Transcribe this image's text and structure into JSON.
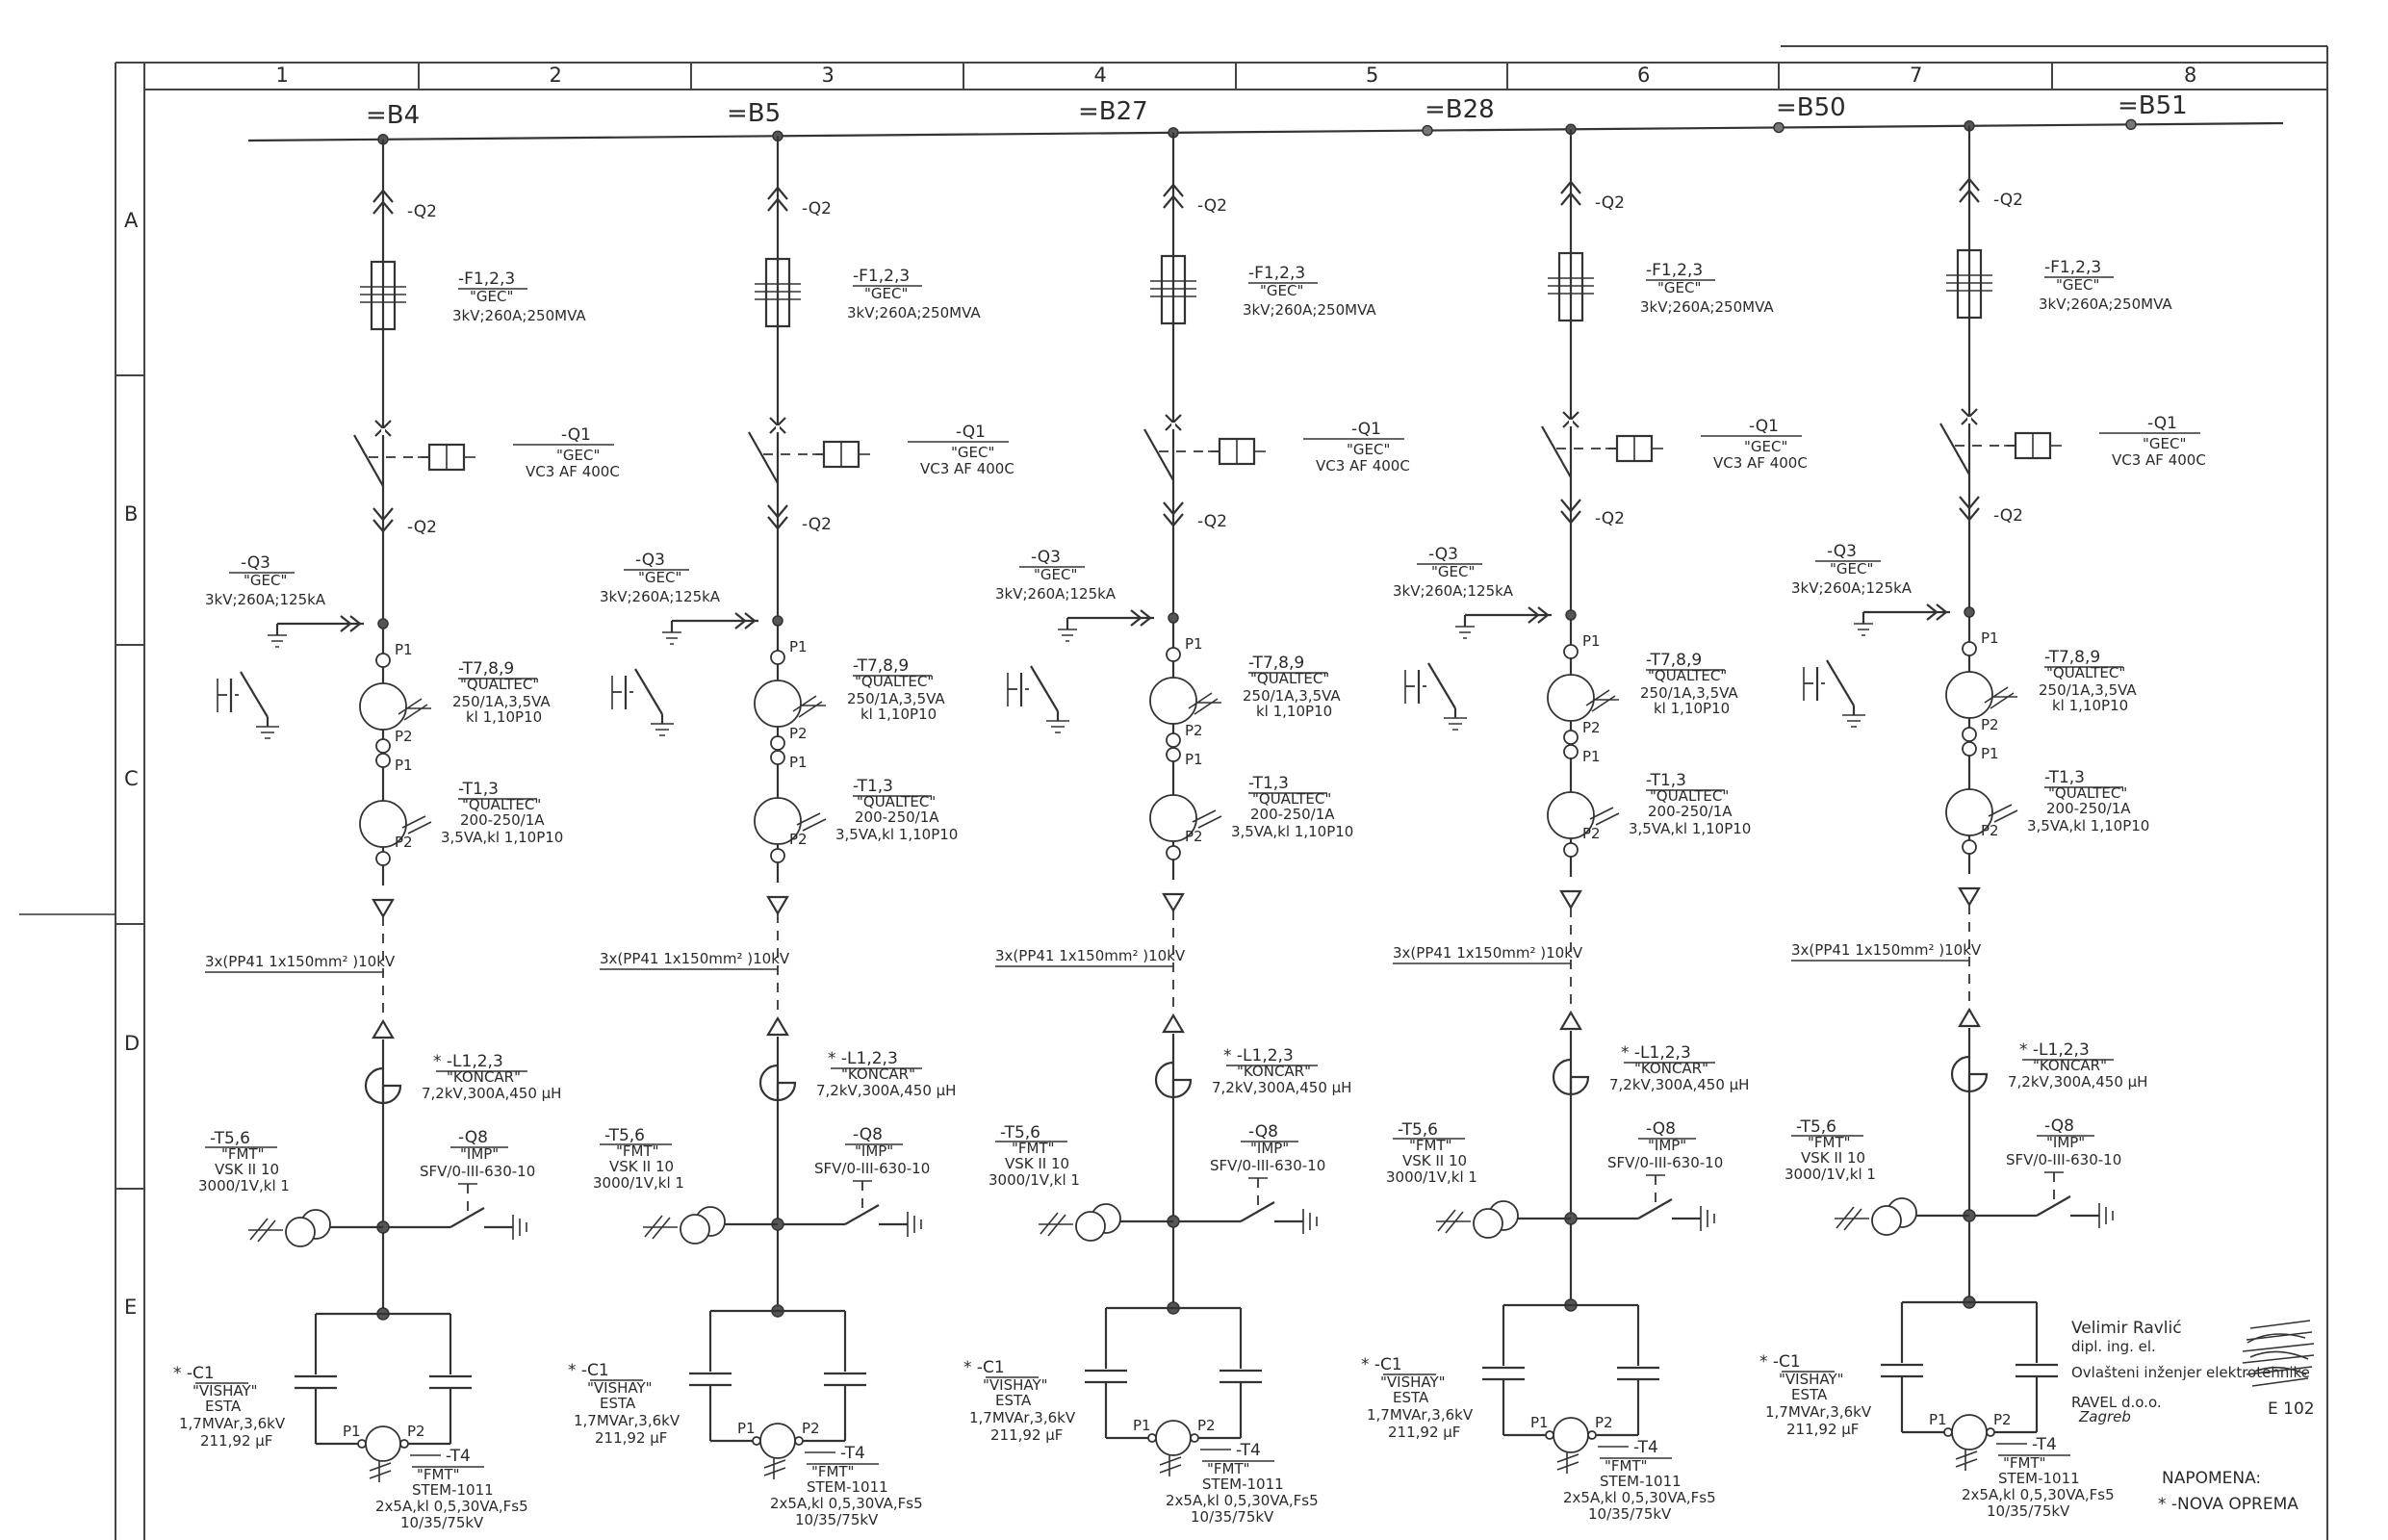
{
  "sheet": {
    "column_numbers": [
      "1",
      "2",
      "3",
      "4",
      "5",
      "6",
      "7",
      "8"
    ],
    "row_letters": [
      "A",
      "B",
      "C",
      "D",
      "E"
    ],
    "drawing_number": "E 102"
  },
  "busbar": {
    "labels": [
      "=B4",
      "=B5",
      "=B27",
      "=B28",
      "=B50",
      "=B51"
    ]
  },
  "feeders": [
    {
      "q2_top": "-Q2",
      "q2_bot": "-Q2",
      "fuse": {
        "name": "-F1,2,3",
        "maker": "\"GEC\"",
        "rating": "3kV;260A;250MVA"
      },
      "breaker": {
        "name": "-Q1",
        "maker": "\"GEC\"",
        "type": "VC3  AF  400C"
      },
      "earth_switch": {
        "name": "-Q3",
        "maker": "\"GEC\"",
        "rating": "3kV;260A;125kA"
      },
      "ct1": {
        "name": "-T7,8,9",
        "maker": "\"QUALTEC\"",
        "ratio": "250/1A,3,5VA",
        "class": "kl 1,10P10",
        "p1": "P1",
        "p2": "P2"
      },
      "ct2": {
        "name": "-T1,3",
        "maker": "\"QUALTEC\"",
        "ratio": "200-250/1A",
        "class": "3,5VA,kl 1,10P10",
        "p1": "P1",
        "p2": "P2"
      },
      "cable": "3x(PP41 1x150mm² )10kV",
      "reactor": {
        "name": "* -L1,2,3",
        "maker": "\"KONCAR\"",
        "rating": "7,2kV,300A,450 μH"
      },
      "vt": {
        "name": "-T5,6",
        "maker": "\"FMT\"",
        "type": "VSK II 10",
        "ratio": "3000/1V,kl 1"
      },
      "arrester": {
        "name": "-Q8",
        "maker": "\"IMP\"",
        "type": "SFV/0-III-630-10"
      },
      "capacitor": {
        "name": "* -C1",
        "maker": "\"VISHAY\"",
        "type": "ESTA",
        "rating": "1,7MVAr,3,6kV",
        "cap": "211,92 μF"
      },
      "unbalance_ct": {
        "name": "-T4",
        "maker": "\"FMT\"",
        "type": "STEM-1011",
        "ratio": "2x5A,kl 0,5,30VA,Fs5",
        "bil": "10/35/75kV",
        "p1": "P1",
        "p2": "P2"
      }
    },
    {
      "q2_top": "-Q2",
      "q2_bot": "-Q2",
      "fuse": {
        "name": "-F1,2,3",
        "maker": "\"GEC\"",
        "rating": "3kV;260A;250MVA"
      },
      "breaker": {
        "name": "-Q1",
        "maker": "\"GEC\"",
        "type": "VC3  AF  400C"
      },
      "earth_switch": {
        "name": "-Q3",
        "maker": "\"GEC\"",
        "rating": "3kV;260A;125kA"
      },
      "ct1": {
        "name": "-T7,8,9",
        "maker": "\"QUALTEC\"",
        "ratio": "250/1A,3,5VA",
        "class": "kl 1,10P10",
        "p1": "P1",
        "p2": "P2"
      },
      "ct2": {
        "name": "-T1,3",
        "maker": "\"QUALTEC\"",
        "ratio": "200-250/1A",
        "class": "3,5VA,kl 1,10P10",
        "p1": "P1",
        "p2": "P2"
      },
      "cable": "3x(PP41 1x150mm² )10kV",
      "reactor": {
        "name": "* -L1,2,3",
        "maker": "\"KONCAR\"",
        "rating": "7,2kV,300A,450 μH"
      },
      "vt": {
        "name": "-T5,6",
        "maker": "\"FMT\"",
        "type": "VSK II 10",
        "ratio": "3000/1V,kl 1"
      },
      "arrester": {
        "name": "-Q8",
        "maker": "\"IMP\"",
        "type": "SFV/0-III-630-10"
      },
      "capacitor": {
        "name": "* -C1",
        "maker": "\"VISHAY\"",
        "type": "ESTA",
        "rating": "1,7MVAr,3,6kV",
        "cap": "211,92 μF"
      },
      "unbalance_ct": {
        "name": "-T4",
        "maker": "\"FMT\"",
        "type": "STEM-1011",
        "ratio": "2x5A,kl 0,5,30VA,Fs5",
        "bil": "10/35/75kV",
        "p1": "P1",
        "p2": "P2"
      }
    },
    {
      "q2_top": "-Q2",
      "q2_bot": "-Q2",
      "fuse": {
        "name": "-F1,2,3",
        "maker": "\"GEC\"",
        "rating": "3kV;260A;250MVA"
      },
      "breaker": {
        "name": "-Q1",
        "maker": "\"GEC\"",
        "type": "VC3  AF  400C"
      },
      "earth_switch": {
        "name": "-Q3",
        "maker": "\"GEC\"",
        "rating": "3kV;260A;125kA"
      },
      "ct1": {
        "name": "-T7,8,9",
        "maker": "\"QUALTEC\"",
        "ratio": "250/1A,3,5VA",
        "class": "kl 1,10P10",
        "p1": "P1",
        "p2": "P2"
      },
      "ct2": {
        "name": "-T1,3",
        "maker": "\"QUALTEC\"",
        "ratio": "200-250/1A",
        "class": "3,5VA,kl 1,10P10",
        "p1": "P1",
        "p2": "P2"
      },
      "cable": "3x(PP41 1x150mm² )10kV",
      "reactor": {
        "name": "* -L1,2,3",
        "maker": "\"KONCAR\"",
        "rating": "7,2kV,300A,450 μH"
      },
      "vt": {
        "name": "-T5,6",
        "maker": "\"FMT\"",
        "type": "VSK II 10",
        "ratio": "3000/1V,kl 1"
      },
      "arrester": {
        "name": "-Q8",
        "maker": "\"IMP\"",
        "type": "SFV/0-III-630-10"
      },
      "capacitor": {
        "name": "* -C1",
        "maker": "\"VISHAY\"",
        "type": "ESTA",
        "rating": "1,7MVAr,3,6kV",
        "cap": "211,92 μF"
      },
      "unbalance_ct": {
        "name": "-T4",
        "maker": "\"FMT\"",
        "type": "STEM-1011",
        "ratio": "2x5A,kl 0,5,30VA,Fs5",
        "bil": "10/35/75kV",
        "p1": "P1",
        "p2": "P2"
      }
    },
    {
      "q2_top": "-Q2",
      "q2_bot": "-Q2",
      "fuse": {
        "name": "-F1,2,3",
        "maker": "\"GEC\"",
        "rating": "3kV;260A;250MVA"
      },
      "breaker": {
        "name": "-Q1",
        "maker": "\"GEC\"",
        "type": "VC3  AF  400C"
      },
      "earth_switch": {
        "name": "-Q3",
        "maker": "\"GEC\"",
        "rating": "3kV;260A;125kA"
      },
      "ct1": {
        "name": "-T7,8,9",
        "maker": "\"QUALTEC\"",
        "ratio": "250/1A,3,5VA",
        "class": "kl 1,10P10",
        "p1": "P1",
        "p2": "P2"
      },
      "ct2": {
        "name": "-T1,3",
        "maker": "\"QUALTEC\"",
        "ratio": "200-250/1A",
        "class": "3,5VA,kl 1,10P10",
        "p1": "P1",
        "p2": "P2"
      },
      "cable": "3x(PP41 1x150mm² )10kV",
      "reactor": {
        "name": "* -L1,2,3",
        "maker": "\"KONCAR\"",
        "rating": "7,2kV,300A,450 μH"
      },
      "vt": {
        "name": "-T5,6",
        "maker": "\"FMT\"",
        "type": "VSK II 10",
        "ratio": "3000/1V,kl 1"
      },
      "arrester": {
        "name": "-Q8",
        "maker": "\"IMP\"",
        "type": "SFV/0-III-630-10"
      },
      "capacitor": {
        "name": "* -C1",
        "maker": "\"VISHAY\"",
        "type": "ESTA",
        "rating": "1,7MVAr,3,6kV",
        "cap": "211,92 μF"
      },
      "unbalance_ct": {
        "name": "-T4",
        "maker": "\"FMT\"",
        "type": "STEM-1011",
        "ratio": "2x5A,kl 0,5,30VA,Fs5",
        "bil": "10/35/75kV",
        "p1": "P1",
        "p2": "P2"
      }
    },
    {
      "q2_top": "-Q2",
      "q2_bot": "-Q2",
      "fuse": {
        "name": "-F1,2,3",
        "maker": "\"GEC\"",
        "rating": "3kV;260A;250MVA"
      },
      "breaker": {
        "name": "-Q1",
        "maker": "\"GEC\"",
        "type": "VC3  AF  400C"
      },
      "earth_switch": {
        "name": "-Q3",
        "maker": "\"GEC\"",
        "rating": "3kV;260A;125kA"
      },
      "ct1": {
        "name": "-T7,8,9",
        "maker": "\"QUALTEC\"",
        "ratio": "250/1A,3,5VA",
        "class": "kl 1,10P10",
        "p1": "P1",
        "p2": "P2"
      },
      "ct2": {
        "name": "-T1,3",
        "maker": "\"QUALTEC\"",
        "ratio": "200-250/1A",
        "class": "3,5VA,kl 1,10P10",
        "p1": "P1",
        "p2": "P2"
      },
      "cable": "3x(PP41 1x150mm² )10kV",
      "reactor": {
        "name": "* -L1,2,3",
        "maker": "\"KONCAR\"",
        "rating": "7,2kV,300A,450 μH"
      },
      "vt": {
        "name": "-T5,6",
        "maker": "\"FMT\"",
        "type": "VSK II 10",
        "ratio": "3000/1V,kl 1"
      },
      "arrester": {
        "name": "-Q8",
        "maker": "\"IMP\"",
        "type": "SFV/0-III-630-10"
      },
      "capacitor": {
        "name": "* -C1",
        "maker": "\"VISHAY\"",
        "type": "ESTA",
        "rating": "1,7MVAr,3,6kV",
        "cap": "211,92 μF"
      },
      "unbalance_ct": {
        "name": "-T4",
        "maker": "\"FMT\"",
        "type": "STEM-1011",
        "ratio": "2x5A,kl 0,5,30VA,Fs5",
        "bil": "10/35/75kV",
        "p1": "P1",
        "p2": "P2"
      }
    }
  ],
  "title_block": {
    "engineer_name": "Velimir Ravlić",
    "engineer_title": "dipl. ing. el.",
    "engineer_role": "Ovlašteni inženjer elektrotehnike",
    "company": "RAVEL d.o.o.",
    "city": "Zagreb"
  },
  "note": {
    "heading": "NAPOMENA:",
    "line": "* -NOVA OPREMA"
  }
}
